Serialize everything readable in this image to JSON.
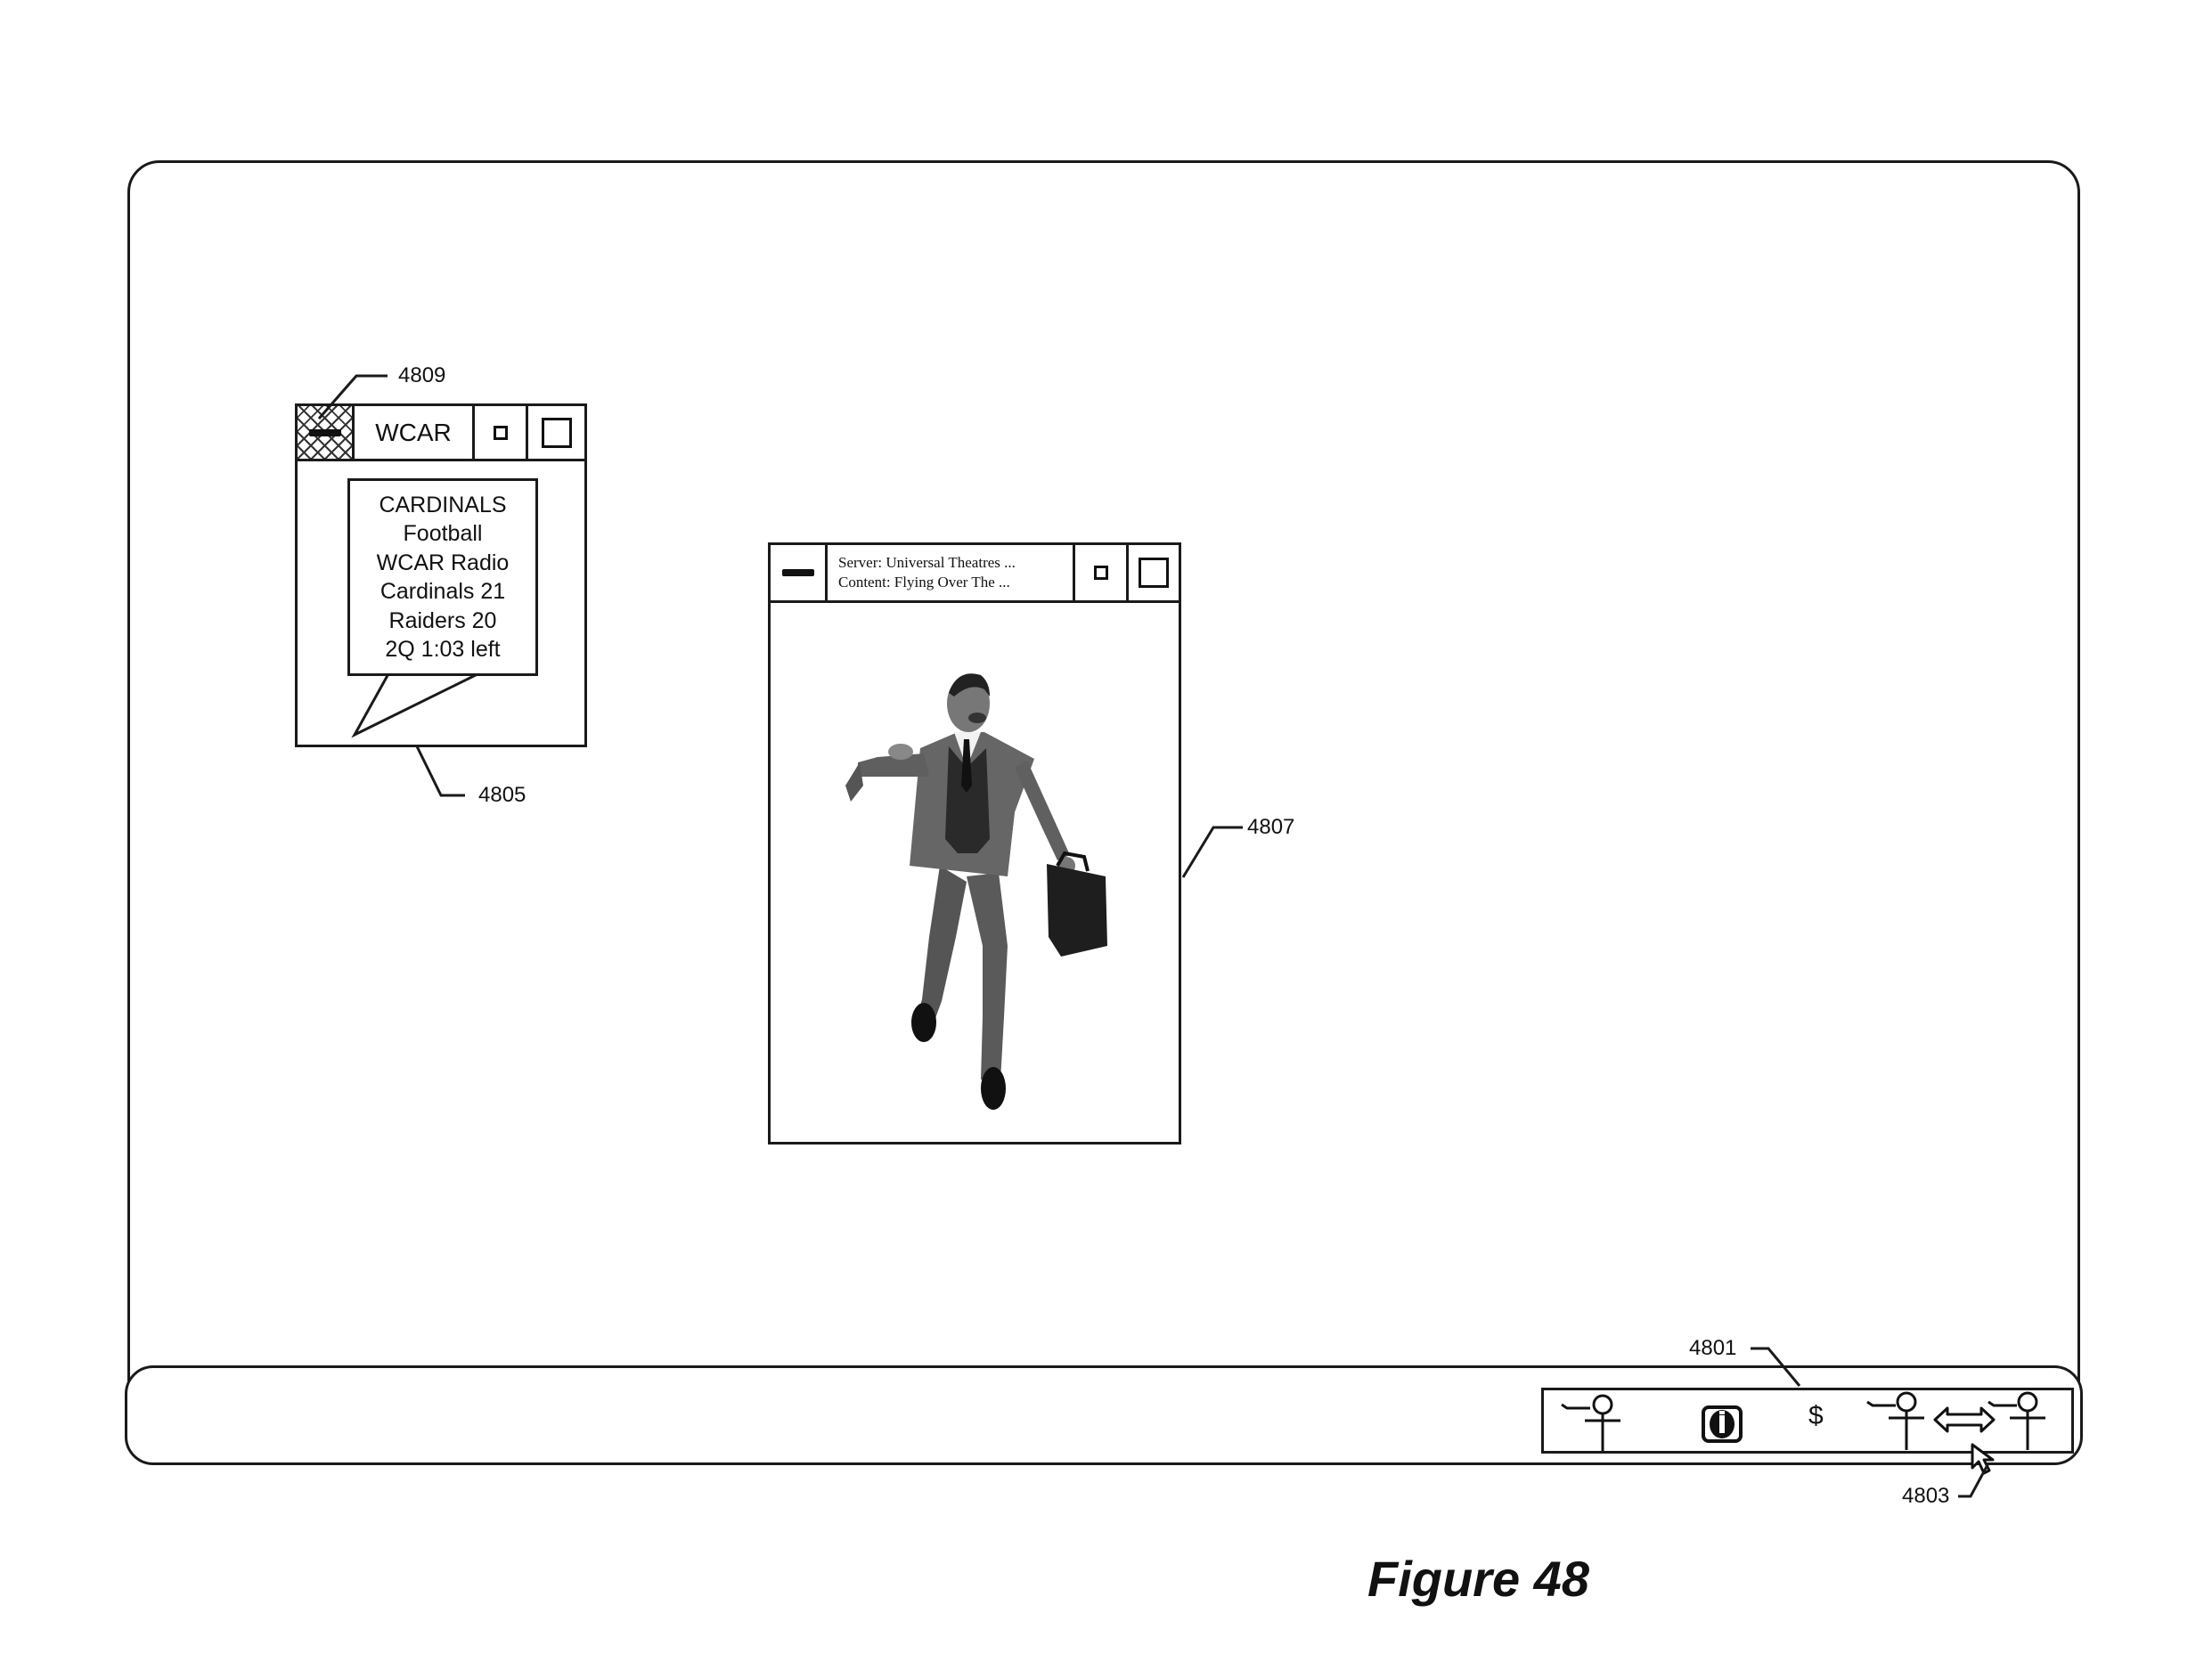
{
  "figure": {
    "caption": "Figure 48"
  },
  "reference_labels": {
    "menu_button": "4809",
    "wcar_window": "4805",
    "video_window": "4807",
    "tray": "4801",
    "cursor": "4803"
  },
  "wcar_window": {
    "title": "WCAR",
    "menu_icon": "crosshatch-menu-icon",
    "bubble_lines": [
      "CARDINALS",
      "Football",
      "WCAR Radio",
      "Cardinals 21",
      "Raiders 20",
      "2Q 1:03 left"
    ]
  },
  "video_window": {
    "server_line": "Server: Universal Theatres ...",
    "content_line": "Content: Flying Over The ...",
    "image": "businessman-running-with-briefcase"
  },
  "tray": {
    "icons": [
      "person-icon",
      "info-icon",
      "dollar-icon",
      "person-icon",
      "double-arrow-icon",
      "person-icon"
    ],
    "dollar_symbol": "$"
  },
  "colors": {
    "line": "#1a1a1a",
    "background": "#ffffff"
  }
}
